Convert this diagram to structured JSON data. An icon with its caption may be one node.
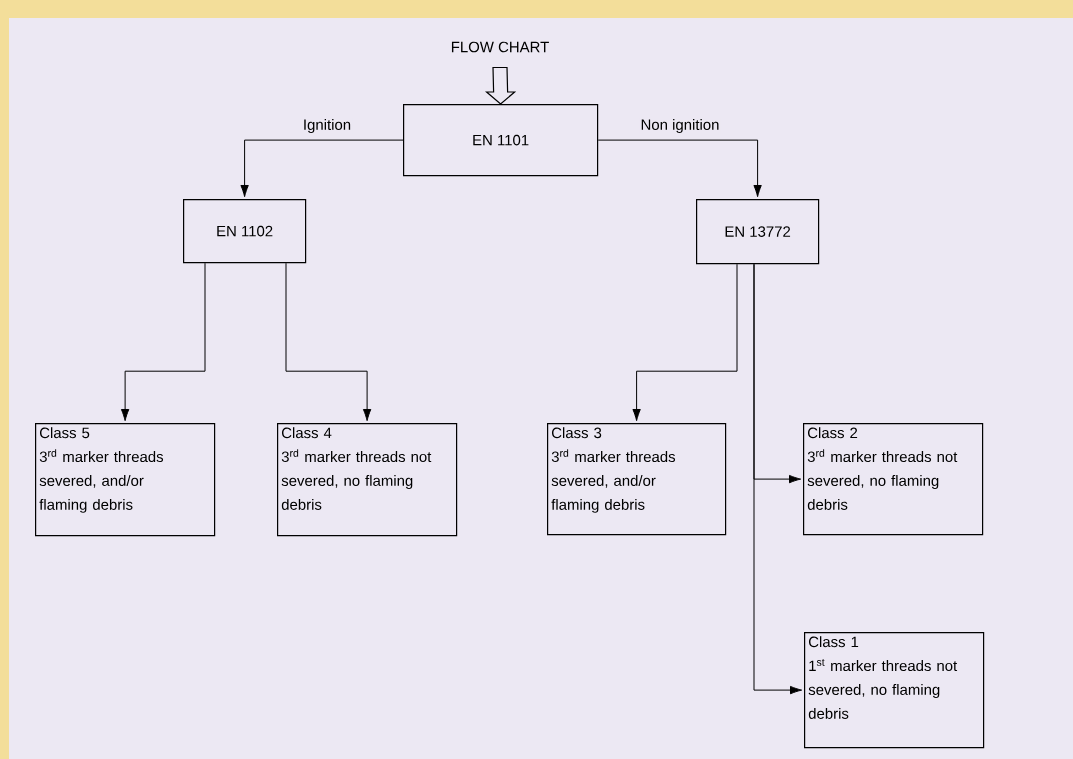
{
  "diagram": {
    "nodes": [
      {
        "text": [
          "FLOW CHART"
        ]
      },
      {
        "text": [
          "EN 1101"
        ]
      },
      {
        "text": [
          "EN 1102"
        ]
      },
      {
        "text": [
          "EN 13772"
        ]
      },
      {
        "text": [
          "Class 5",
          "3$^{rd}$ marker threads severed, and/or flaming debris"
        ]
      },
      {
        "text": [
          "Class 4",
          "3$^{rd}$ marker threads not severed, no flaming debris"
        ]
      },
      {
        "text": [
          "Class 3",
          "3$^{rd}$ marker threads severed, and/or flaming debris"
        ]
      },
      {
        "text": [
          "Class 2",
          "3$^{rd}$ marker threads not severed, no flaming debris"
        ]
      },
      {
        "text": [
          "Class 1",
          "1$^{st}$ marker threads not severed, no flaming debris"
        ]
      }
    ],
    "edges": [
      {
        "from": 0,
        "to": 1,
        "arrow": "to",
        "style": "thick"
      },
      {
        "from": 1,
        "to": 2,
        "arrow": "to",
        "label": "Ignition"
      },
      {
        "from": 1,
        "to": 3,
        "arrow": "to",
        "label": "Non ignition"
      },
      {
        "from": 2,
        "to": 4,
        "arrow": "to"
      },
      {
        "from": 2,
        "to": 5,
        "arrow": "to"
      },
      {
        "from": 3,
        "to": 6,
        "arrow": "to"
      },
      {
        "from": 3,
        "to": 7,
        "arrow": "to"
      },
      {
        "from": 3,
        "to": 8,
        "arrow": "to"
      }
    ]
  }
}
